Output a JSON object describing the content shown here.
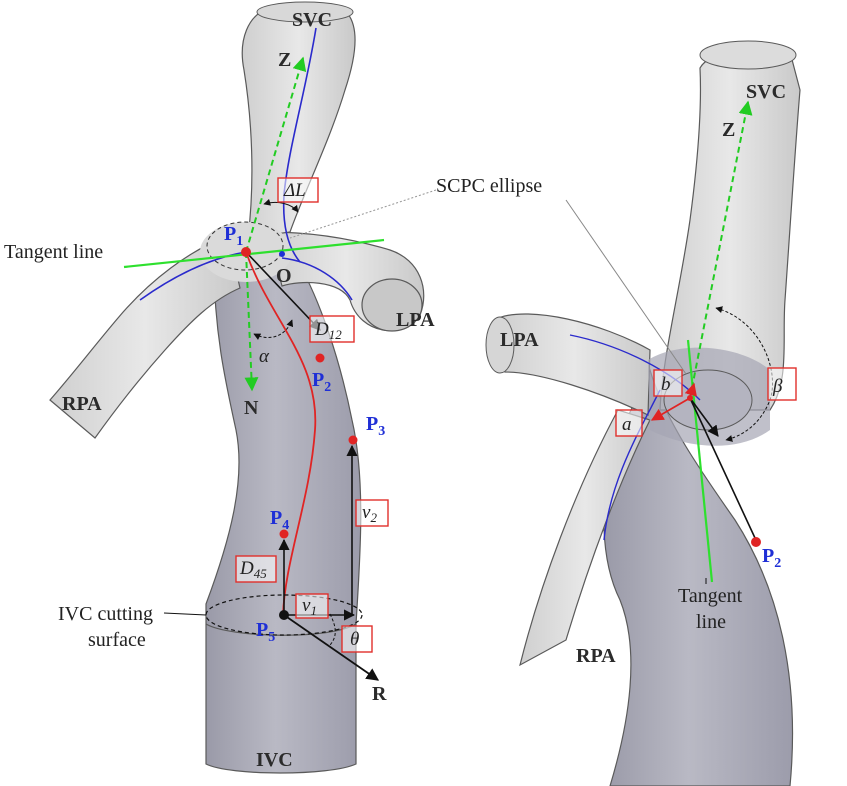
{
  "colors": {
    "vessel_light": "#dcdcdc",
    "vessel_dark": "#a7a7b4",
    "outline": "#5a5a5a",
    "centerline": "#2a2acc",
    "path_red": "#e02424",
    "tangent_green": "#2ee02e",
    "point_label_blue": "#1f2fd6",
    "box_red": "#e0302c"
  },
  "left": {
    "vessels": {
      "svc": "SVC",
      "lpa": "LPA",
      "rpa": "RPA",
      "ivc": "IVC"
    },
    "axes": {
      "z": "Z",
      "n": "N",
      "r": "R",
      "o": "O"
    },
    "points": {
      "p1": "P",
      "p2": "P",
      "p3": "P",
      "p4": "P",
      "p5": "P"
    },
    "subscripts": {
      "p1": "1",
      "p2": "2",
      "p3": "3",
      "p4": "4",
      "p5": "5"
    },
    "params": {
      "delta_l": "ΔL",
      "d12_main": "D",
      "d12_sub": "12",
      "alpha": "α",
      "v2_main": "v",
      "v2_sub": "2",
      "d45_main": "D",
      "d45_sub": "45",
      "v1_main": "v",
      "v1_sub": "1",
      "theta": "θ"
    },
    "callouts": {
      "tangent_line": "Tangent line",
      "scpc_ellipse": "SCPC ellipse",
      "ivc_cut_1": "IVC cutting",
      "ivc_cut_2": "surface"
    }
  },
  "right": {
    "vessels": {
      "svc": "SVC",
      "lpa": "LPA",
      "rpa": "RPA"
    },
    "axes": {
      "z": "Z"
    },
    "points": {
      "p2": "P",
      "p2_sub": "2"
    },
    "params": {
      "a": "a",
      "b": "b",
      "beta": "β"
    },
    "callouts": {
      "tangent_1": "Tangent",
      "tangent_2": "line"
    }
  }
}
